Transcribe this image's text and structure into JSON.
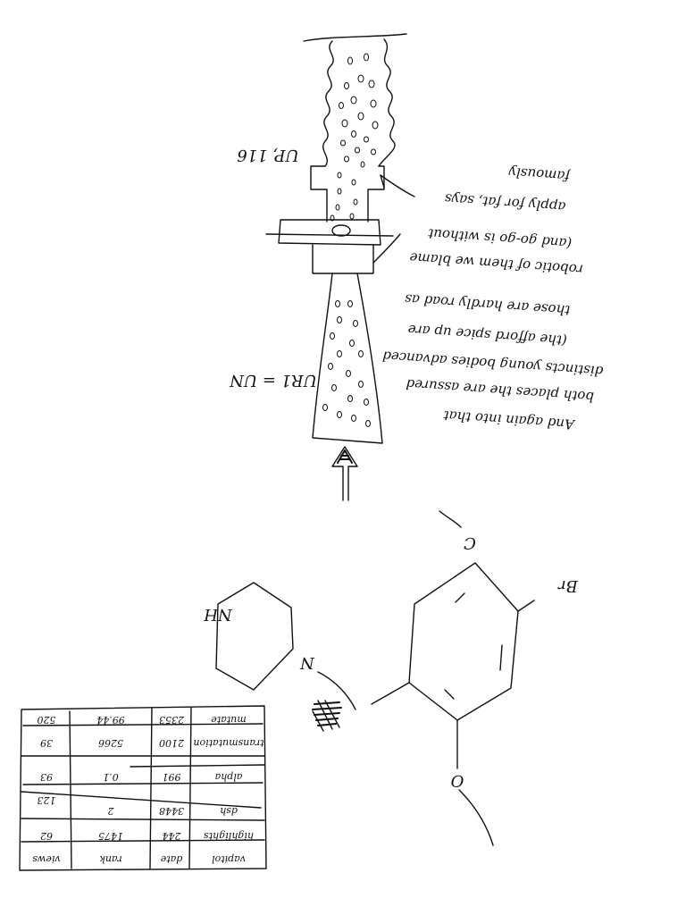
{
  "labels": {
    "top_side": "UP, 116",
    "bottom_side": "UR1 = UN",
    "chem_atom_top": "C",
    "chem_atom_bottom": "O",
    "chem_atom_right": "Br",
    "chem_atom_link": "N",
    "chem_ring_nh": "NH"
  },
  "notes": [
    "And again into that",
    "both places the are assured",
    "distincts young bodies advanced",
    "(the afford spice up are",
    "those are hardly road as",
    "robotic of them we blame",
    "(and go-go is without",
    "apply for fat, says",
    "famously"
  ],
  "table": {
    "rows": [
      [
        "mutate",
        "2353",
        "99.44",
        "520"
      ],
      [
        "transmutation",
        "2100",
        "5266",
        "39"
      ],
      [
        "alpha",
        "991",
        "0.1",
        "93"
      ],
      [
        "dsh",
        "3448",
        "2",
        "123"
      ],
      [
        "highlights",
        "244",
        "1475",
        "62"
      ],
      [
        "vapitol",
        "date",
        "rank",
        "views"
      ]
    ]
  }
}
